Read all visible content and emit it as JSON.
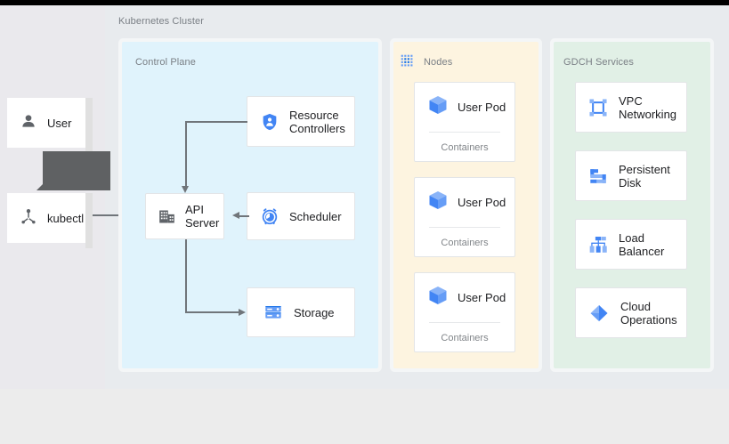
{
  "diagram": {
    "cluster_title": "Kubernetes Cluster",
    "accent_blue": "#4285f4",
    "panel_blue": "#e0f3fc",
    "panel_yellow": "#fdf4e0",
    "panel_green": "#e1f0e6",
    "connector_gray": "#70757a"
  },
  "actors": {
    "user": {
      "label": "User",
      "icon": "person-icon"
    },
    "kubectl": {
      "label": "kubectl",
      "icon": "kubectl-icon"
    },
    "tooltip": {
      "text": ""
    }
  },
  "control_plane": {
    "title": "Control Plane",
    "nodes": [
      {
        "label": "Resource Controllers",
        "icon": "shield-person-icon"
      },
      {
        "label": "API Server",
        "icon": "building-icon"
      },
      {
        "label": "Scheduler",
        "icon": "alarm-clock-icon"
      },
      {
        "label": "Storage",
        "icon": "server-rack-icon"
      }
    ]
  },
  "nodes_group": {
    "title": "Nodes",
    "title_icon": "dotted-grid-icon",
    "pods": [
      {
        "label": "User Pod",
        "icon": "cube-icon",
        "sublabel": "Containers"
      },
      {
        "label": "User Pod",
        "icon": "cube-icon",
        "sublabel": "Containers"
      },
      {
        "label": "User Pod",
        "icon": "cube-icon",
        "sublabel": "Containers"
      }
    ]
  },
  "gdch_services": {
    "title": "GDCH Services",
    "services": [
      {
        "label": "VPC Networking",
        "icon": "vpc-network-icon"
      },
      {
        "label": "Persistent Disk",
        "icon": "persistent-disk-icon"
      },
      {
        "label": "Load Balancer",
        "icon": "load-balancer-icon"
      },
      {
        "label": "Cloud Operations",
        "icon": "cloud-operations-icon"
      }
    ]
  }
}
